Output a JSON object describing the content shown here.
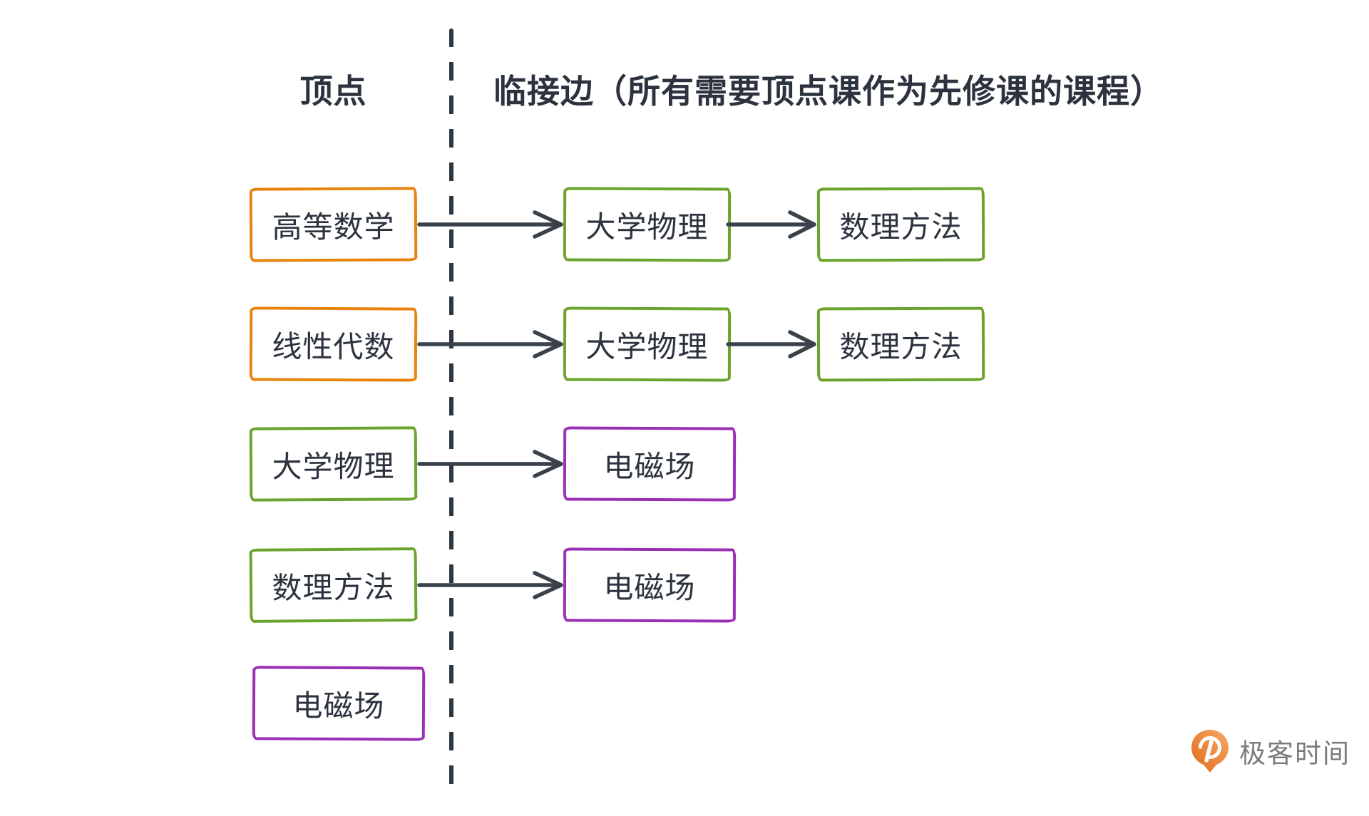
{
  "diagram": {
    "header_left": "顶点",
    "header_right": "临接边（所有需要顶点课作为先修课的课程）",
    "rows": [
      {
        "vertex": "高等数学",
        "vertex_color": "orange",
        "edges": [
          "大学物理",
          "数理方法"
        ],
        "edge_colors": [
          "green",
          "green"
        ]
      },
      {
        "vertex": "线性代数",
        "vertex_color": "orange",
        "edges": [
          "大学物理",
          "数理方法"
        ],
        "edge_colors": [
          "green",
          "green"
        ]
      },
      {
        "vertex": "大学物理",
        "vertex_color": "green",
        "edges": [
          "电磁场"
        ],
        "edge_colors": [
          "purple"
        ]
      },
      {
        "vertex": "数理方法",
        "vertex_color": "green",
        "edges": [
          "电磁场"
        ],
        "edge_colors": [
          "purple"
        ]
      },
      {
        "vertex": "电磁场",
        "vertex_color": "purple",
        "edges": [],
        "edge_colors": []
      }
    ]
  },
  "palette": {
    "orange": "#e8830d",
    "green": "#6ba32c",
    "purple": "#9a30b5",
    "ink": "#2c333e",
    "arrow": "#39414a",
    "divider": "#2e3640",
    "logo_orange": "#e9732a",
    "logo_text": "#7b7b7b"
  },
  "logo": {
    "text": "极客时间"
  }
}
